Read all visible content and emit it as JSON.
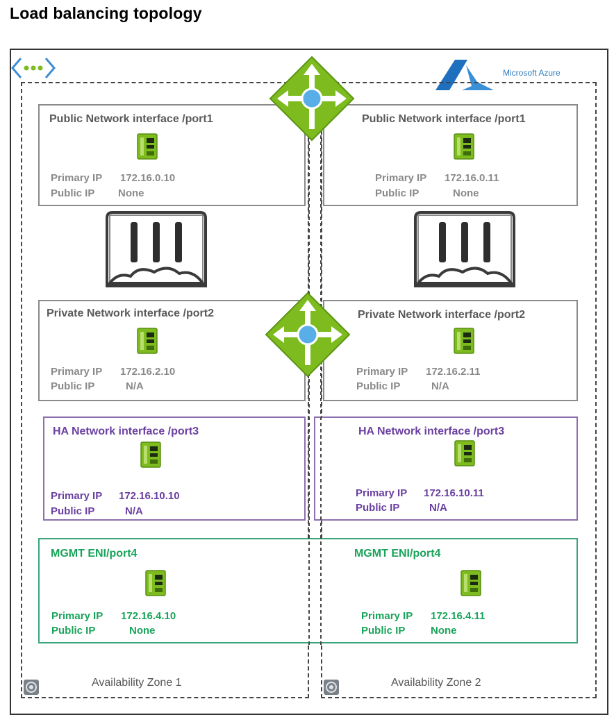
{
  "title": "Load balancing topology",
  "azure": {
    "label": "Microsoft Azure"
  },
  "zones": [
    {
      "label": "Availability Zone 1"
    },
    {
      "label": "Availability Zone 2"
    }
  ],
  "ip_label": {
    "primary": "Primary IP",
    "public": "Public IP"
  },
  "interfaces": {
    "port1": [
      {
        "title": "Public Network interface /port1",
        "primary_ip": "172.16.0.10",
        "public_ip": "None"
      },
      {
        "title": "Public Network interface /port1",
        "primary_ip": "172.16.0.11",
        "public_ip": "None"
      }
    ],
    "port2": [
      {
        "title": "Private Network interface /port2",
        "primary_ip": "172.16.2.10",
        "public_ip": "N/A"
      },
      {
        "title": "Private Network interface /port2",
        "primary_ip": "172.16.2.11",
        "public_ip": "N/A"
      }
    ],
    "port3": [
      {
        "title": "HA Network interface /port3",
        "primary_ip": "172.16.10.10",
        "public_ip": "N/A"
      },
      {
        "title": "HA Network interface /port3",
        "primary_ip": "172.16.10.11",
        "public_ip": "N/A"
      }
    ],
    "port4": [
      {
        "title": "MGMT ENI/port4",
        "primary_ip": "172.16.4.10",
        "public_ip": "None"
      },
      {
        "title": "MGMT ENI/port4",
        "primary_ip": "172.16.4.11",
        "public_ip": "None"
      }
    ]
  },
  "icons": {
    "vnet": "virtual-network-icon",
    "load_balancer": "load-balancer-icon",
    "firewall": "fortigate-vm-icon",
    "nic": "network-interface-icon",
    "zone": "availability-zone-icon"
  },
  "colors": {
    "public_private": "#8a8a8a",
    "ha": "#6a3fa0",
    "mgmt": "#19a35a",
    "load_balancer": "#7dbb1f",
    "azure": "#1f6fbf"
  }
}
